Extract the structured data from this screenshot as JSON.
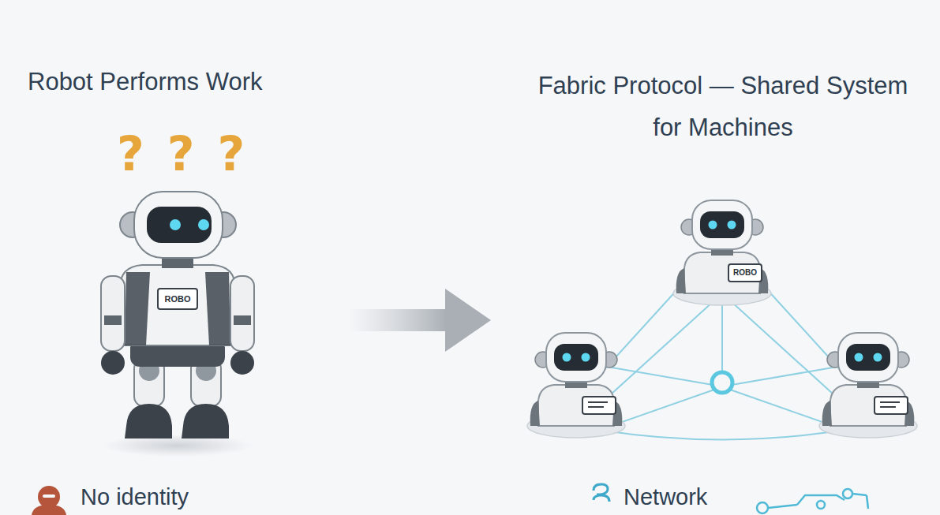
{
  "diagram": {
    "labels": [
      "Robot Performs Work",
      "? ? ?",
      "ROBO",
      "Fabric Protocol — Shared System for Machines",
      "ROBO",
      "No identity",
      "Network"
    ]
  }
}
